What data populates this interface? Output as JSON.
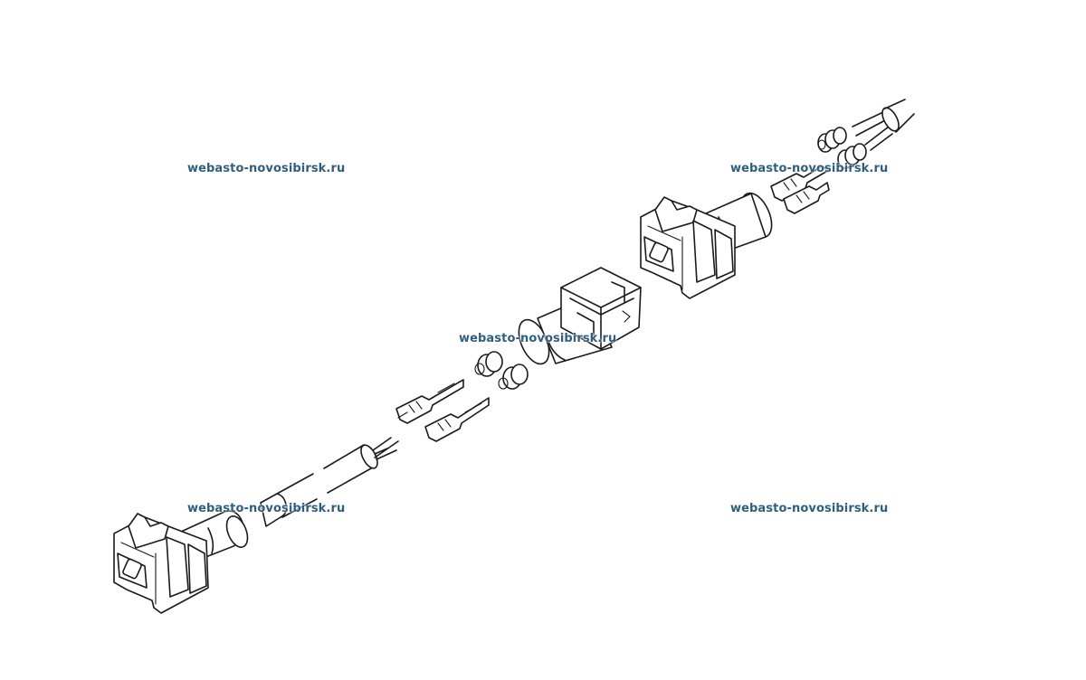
{
  "diagram": {
    "kind": "exploded connector assembly line drawing",
    "colors": {
      "line": "#1a1a1a",
      "background": "#ffffff",
      "watermark": "#2f5f7f"
    },
    "components": [
      "left-connector-housing",
      "left-cable",
      "left-terminals",
      "center-seals",
      "center-plug-housing",
      "right-connector-housing",
      "right-terminals",
      "right-seals",
      "right-cable"
    ]
  },
  "watermarks": [
    {
      "text": "webasto-novosibirsk.ru"
    },
    {
      "text": "webasto-novosibirsk.ru"
    },
    {
      "text": "webasto-novosibirsk.ru"
    },
    {
      "text": "webasto-novosibirsk.ru"
    },
    {
      "text": "webasto-novosibirsk.ru"
    }
  ]
}
